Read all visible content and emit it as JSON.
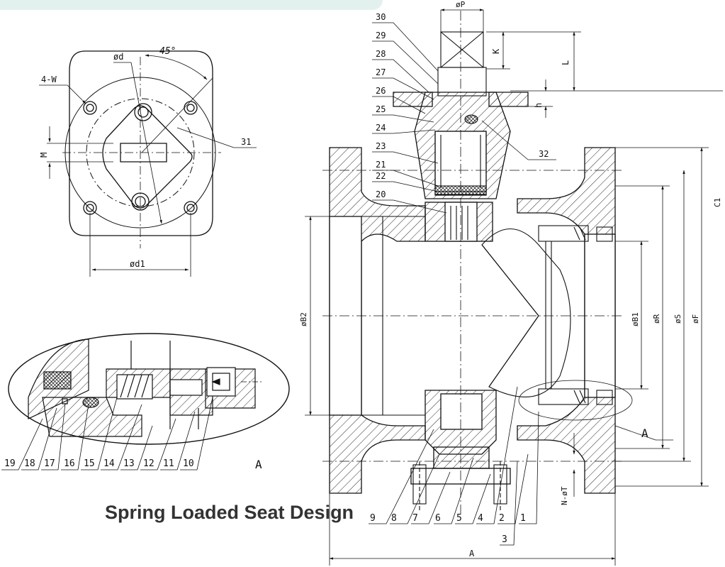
{
  "title": "Spring Loaded Seat Design",
  "detail_view_label": "A",
  "section_marker": "A",
  "top_view": {
    "angle": "45°",
    "bolt_holes": "4-W",
    "dia_d": "ød",
    "dia_d1": "ød1",
    "dim_m": "M",
    "part_31": "31"
  },
  "main_view": {
    "dia_p": "øP",
    "dim_k": "K",
    "dim_l": "L",
    "dim_h": "h",
    "dia_b1": "øB1",
    "dia_b2": "øB2",
    "dia_r": "øR",
    "dia_s": "øS",
    "dia_f": "øF",
    "dim_c1": "C1",
    "dim_a": "A",
    "flange_holes": "N-øT"
  },
  "colors": {
    "line": "#111111",
    "banner": "#e3f1ee",
    "title": "#333333"
  },
  "left_labels": [
    "30",
    "29",
    "28",
    "27",
    "26",
    "25",
    "24",
    "23",
    "21",
    "22",
    "20"
  ],
  "right_labels": [
    "32"
  ],
  "bottom_labels": [
    "9",
    "8",
    "7",
    "6",
    "5",
    "4",
    "2",
    "1"
  ],
  "extra_label": "3",
  "detail_labels": [
    "19",
    "18",
    "17",
    "16",
    "15",
    "14",
    "13",
    "12",
    "11",
    "10"
  ]
}
